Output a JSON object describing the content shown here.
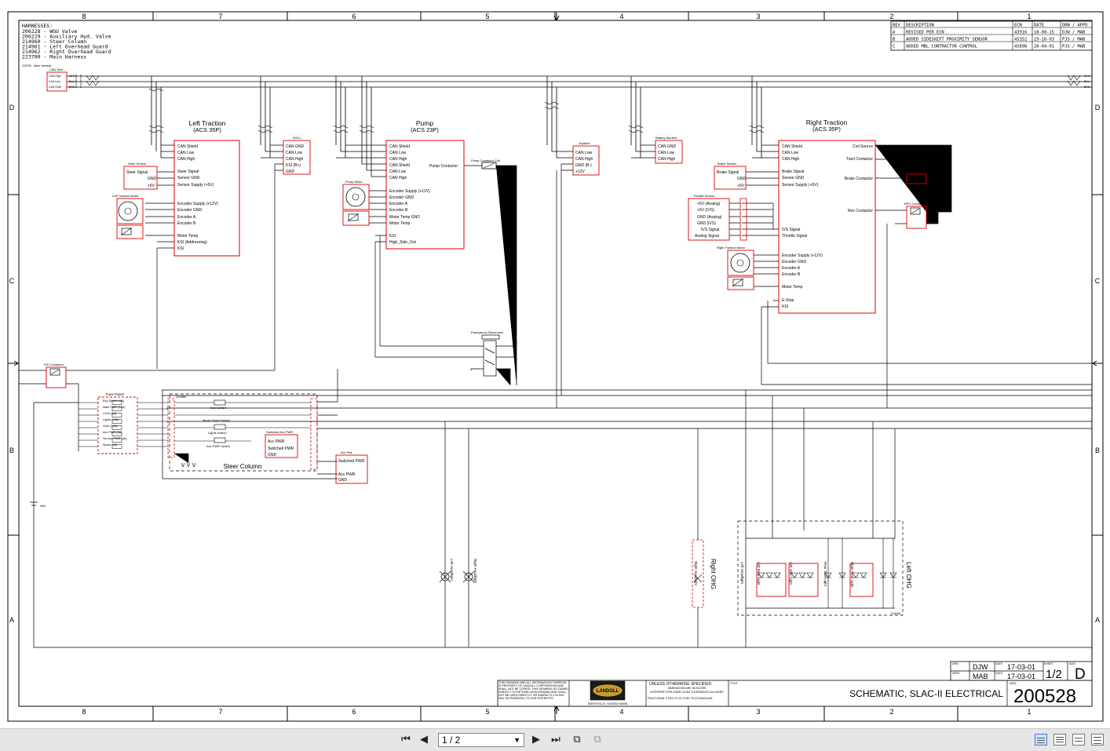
{
  "border": {
    "columns": [
      "8",
      "7",
      "6",
      "5",
      "4",
      "3",
      "2",
      "1"
    ],
    "rows": [
      "D",
      "C",
      "B",
      "A"
    ]
  },
  "harnesses": {
    "heading": "HARNESSES:",
    "items": [
      "206228 - WGU Valve",
      "206229 - Auxiliary Hyd. Valve",
      "214960 - Steer Column",
      "214961 - Left Overhead Guard",
      "214962 - Right Overhead Guard",
      "223790 - Main Harness"
    ],
    "main_harness_tag": "223790 - Main Harness"
  },
  "revisions": {
    "headers": [
      "REV",
      "DESCRIPTION",
      "ECN",
      "DATE",
      "DRN / APPD"
    ],
    "rows": [
      [
        "A",
        "REVISED PER ECN",
        "43916",
        "18-08-15",
        "DJW / MAB"
      ],
      [
        "B",
        "ADDED SIDESHIFT PROXIMITY SENSOR",
        "45352",
        "19-10-03",
        "PJS / MAB"
      ],
      [
        "C",
        "ADDED MBL CONTRACTOR CONTROL",
        "45898",
        "20-04-01",
        "PJS / MAB"
      ]
    ]
  },
  "can_term": {
    "title": "CAN Term",
    "pins": [
      "CAN High",
      "CAN Low",
      "CAN GND"
    ],
    "wires": [
      "WHT",
      "BLU",
      "BRN"
    ]
  },
  "bus_wires": [
    "WHT",
    "BLU",
    "BRN"
  ],
  "left_traction": {
    "title": "Left Traction",
    "subtitle": "(ACS 35P)",
    "can_pins": [
      "CAN Shield",
      "CAN Low",
      "CAN High"
    ],
    "steer_pins": [
      "Steer Signal",
      "Sensor GND",
      "Sensor Supply (+5V)"
    ],
    "encoder_pins": [
      "Encoder Supply (+12V)",
      "Encoder GND",
      "Encoder A",
      "Encoder B"
    ],
    "other_pins": [
      "Motor Temp",
      "KSI (Addressing)",
      "KSI"
    ]
  },
  "steer_sensor": {
    "title": "Steer Sensor",
    "pins": [
      "Steer Signal",
      "GND",
      "+5V"
    ]
  },
  "left_traction_motor": {
    "title": "Left Traction Motor"
  },
  "wgu": {
    "title": "WGU",
    "pins": [
      "CAN GND",
      "CAN Low",
      "CAN High",
      "KSI (B+)",
      "GND"
    ]
  },
  "pump": {
    "title": "Pump",
    "subtitle": "(ACS 23P)",
    "can_pins": [
      "CAN Shield",
      "CAN Low",
      "CAN High",
      "CAN Shield",
      "CAN Low",
      "CAN High"
    ],
    "encoder_pins": [
      "Encoder Supply (+12V)",
      "Encoder GND",
      "Encoder A",
      "Encoder B",
      "Motor Temp GND",
      "Motor Temp"
    ],
    "other_pins": [
      "KSI",
      "High_Side_Out"
    ],
    "contactor_pin": "Pump Contactor"
  },
  "pump_motor": {
    "title": "Pump Motor"
  },
  "pump_contactor_coil": {
    "title": "Pump Contactor Coil"
  },
  "joystick": {
    "title": "Joystick",
    "pins": [
      "CAN Low",
      "CAN High",
      "GND (B-)",
      "+12V"
    ]
  },
  "battery_monitor": {
    "title": "Battery Monitor",
    "pins": [
      "CAN GND",
      "CAN Low",
      "CAN High"
    ]
  },
  "right_traction": {
    "title": "Right Traction",
    "subtitle": "(ACS 35P)",
    "can_pins": [
      "CAN Shield",
      "CAN Low",
      "CAN High"
    ],
    "brake_pins": [
      "Brake Signal",
      "Sensor GND",
      "Sensor Supply (+5V)"
    ],
    "throttle_pins": [
      "IVS Signal",
      "Throttle Signal"
    ],
    "encoder_pins": [
      "Encoder Supply (+12V)",
      "Encoder GND",
      "Encoder A",
      "Encoder B"
    ],
    "other_pins": [
      "Motor Temp",
      "E-Stop",
      "KSI"
    ],
    "right_pins": [
      "Coil Source",
      "Tract Contactor",
      "Brake Contactor",
      "Rev Contactor"
    ]
  },
  "brake_sensor": {
    "title": "Brake Sensor",
    "pins": [
      "Brake Signal",
      "GND",
      "+5V"
    ]
  },
  "throttle_sensor": {
    "title": "Throttle Sensor",
    "pins": [
      "+5V (Analog)",
      "+5V (IVS)",
      "GND (Analog)",
      "GND (IVS)",
      "IVS Signal",
      "Analog Signal"
    ]
  },
  "right_traction_motor": {
    "title": "Right Traction Motor"
  },
  "traction_contactor_coil": {
    "title": "Traction Contactor Coil"
  },
  "brake_contactor": {
    "title": "Brake Contactor"
  },
  "rev_contactor": {
    "title": "REV Contactor"
  },
  "emergency_disconnect": {
    "title": "Emergency Disconnect"
  },
  "ksi_contactor": {
    "title": "KSI Contactor"
  },
  "fuse_panel": {
    "title": "Fuse Panel",
    "fuses": [
      "Key Switch (3A)",
      "Main PWR (10A)",
      "LVS2 (4A)",
      "Lights (10A)",
      "Horn (10A)",
      "Acc PWR (5A)",
      "Sw Acc PWR (3A)",
      "Spare (3A)"
    ]
  },
  "steer_column": {
    "title": "Steer Column",
    "tag": "214960",
    "switches": [
      "Key Switch",
      "Mode Select Switch",
      "Lights Switch",
      "Acc PWR Switch"
    ]
  },
  "switched_acc_pwr": {
    "title": "Switched Acc PWR",
    "pins": [
      "Acc PWR",
      "Switched PWR",
      "GND"
    ]
  },
  "acc_pwr": {
    "title": "Acc Pwr",
    "pins": [
      "Switched PWR",
      "Acc PWR",
      "GND"
    ]
  },
  "battery": {
    "label": "48V"
  },
  "lights": {
    "left_head": "Left Headlight",
    "right_head": "Right Headlight",
    "right_ohg_light": "Right Headlight",
    "left_ohg_light": "Left Headlight",
    "right_ohg": "Right OHG",
    "left_ohg": "Left OHG",
    "left_ohg_tag": "214961",
    "ohg_lights": [
      "Left Rear Light",
      "Left Side Light",
      "Rear Side Light",
      "Right Rear Light"
    ]
  },
  "title_block": {
    "drn_label": "DRN",
    "drn": "DJW",
    "appd_label": "APPD",
    "appd": "MAB",
    "date_label": "DATE",
    "drn_date": "17-03-01",
    "appd_date": "17-03-01",
    "sheet_label": "SHEET",
    "sheet": "1/2",
    "size_label": "SIZE",
    "size": "D",
    "title_label": "TITLE",
    "title": "SCHEMATIC, SLAC-II ELECTRICAL",
    "dwg_label": "DWG",
    "dwg": "200528",
    "proprietary": "THIS DRAWING AND ALL INFORMATION THEREON IS PROPERTY OF LANDOLL CORPORATION AND SHALL NOT BE COPIED. THIS DRAWING IS LOANED SUBJECT TO RETURN UPON DEMAND AND SHALL NOT BE USED DIRECTLY OR INDIRECTLY IN ANY WAY DETRIMENTAL TO OUR INTERESTS",
    "company": "LANDOLL",
    "location": "MARYSVILLE, KANSAS 66508",
    "unless": "UNLESS OTHERWISE SPECIFIED",
    "dims": "DIMENSIONS ARE IN INCHES",
    "tolerance": "INTERPRET PER ASMEY14.5M TOLERANCES ALLOWED",
    "tol_headers": "FRACTIONAL   2 DEC PLCS   3 DEC PLCS   ANGULAR"
  },
  "viewer": {
    "page_value": "1 / 2",
    "first_icon": "first-page-icon",
    "prev_icon": "prev-page-icon",
    "next_icon": "next-page-icon",
    "last_icon": "last-page-icon"
  }
}
